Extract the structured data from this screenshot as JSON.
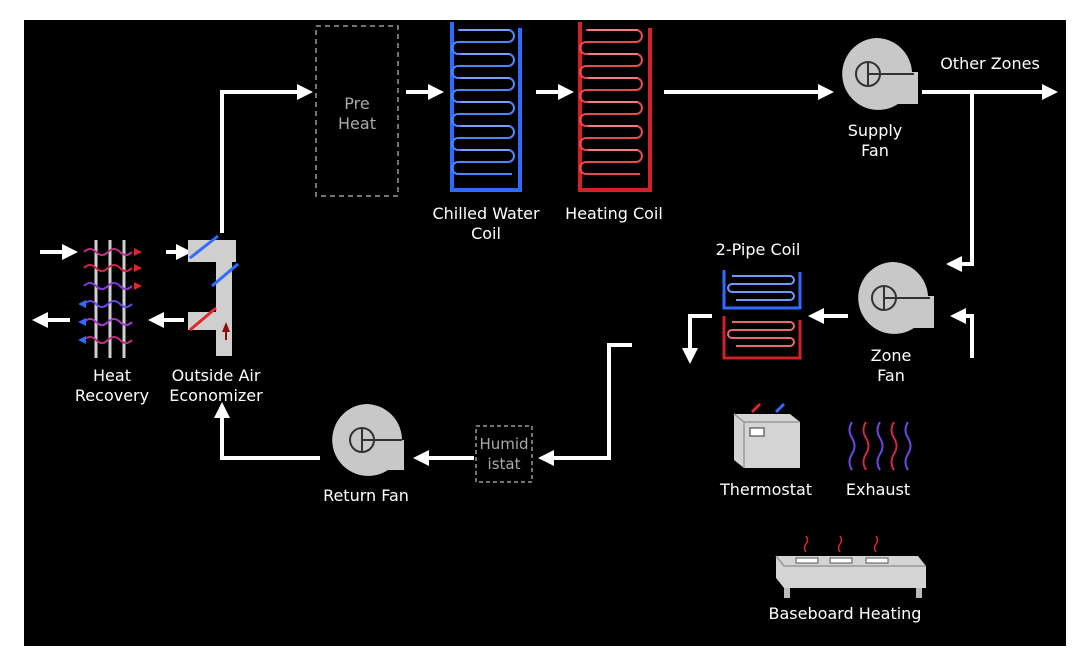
{
  "colors": {
    "background": "#000000",
    "flow": "#ffffff",
    "chilled": "#2f6bff",
    "hot": "#e0262b",
    "equipment": "#c8c8c8",
    "dashed": "#9a9a9a"
  },
  "labels": {
    "pre_heat": [
      "Pre",
      "Heat"
    ],
    "chilled_water_coil": [
      "Chilled Water",
      "Coil"
    ],
    "heating_coil": "Heating Coil",
    "supply_fan": [
      "Supply",
      "Fan"
    ],
    "other_zones": "Other Zones",
    "two_pipe_coil": "2-Pipe Coil",
    "zone_fan": [
      "Zone",
      "Fan"
    ],
    "heat_recovery": [
      "Heat",
      "Recovery"
    ],
    "outside_air_economizer": [
      "Outside Air",
      "Economizer"
    ],
    "return_fan": "Return Fan",
    "humidistat": [
      "Humid",
      "istat"
    ],
    "thermostat": "Thermostat",
    "exhaust": "Exhaust",
    "baseboard_heating": "Baseboard Heating"
  }
}
